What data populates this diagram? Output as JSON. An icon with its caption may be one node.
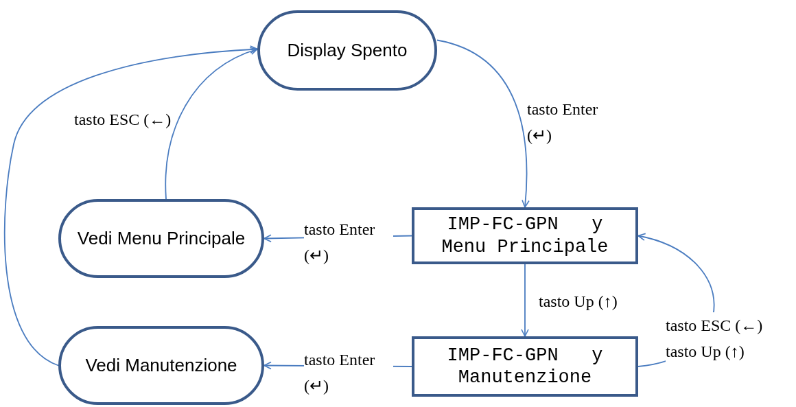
{
  "diagram": {
    "nodes": [
      {
        "text": [
          "Display Spento"
        ]
      },
      {
        "text": [
          "Vedi Menu Principale"
        ]
      },
      {
        "text": [
          "IMP-FC-GPN   y",
          "Menu Principale"
        ]
      },
      {
        "text": [
          "Vedi Manutenzione"
        ]
      },
      {
        "text": [
          "IMP-FC-GPN   y",
          "Manutenzione"
        ]
      }
    ],
    "edges": [
      {
        "from": 0,
        "to": 2,
        "arrow": "to",
        "label": "tasto Enter (↵)"
      },
      {
        "from": 2,
        "to": 1,
        "arrow": "to",
        "label": "tasto Enter (↵)"
      },
      {
        "from": 1,
        "to": 0,
        "arrow": "to",
        "label": "tasto ESC (←)"
      },
      {
        "from": 3,
        "to": 0,
        "arrow": "to"
      },
      {
        "from": 2,
        "to": 4,
        "arrow": "to",
        "label": "tasto Up (↑)"
      },
      {
        "from": 4,
        "to": 2,
        "arrow": "to",
        "label": "tasto ESC (←) tasto Up (↑)"
      },
      {
        "from": 4,
        "to": 3,
        "arrow": "to",
        "label": "tasto Enter (↵)"
      }
    ]
  }
}
